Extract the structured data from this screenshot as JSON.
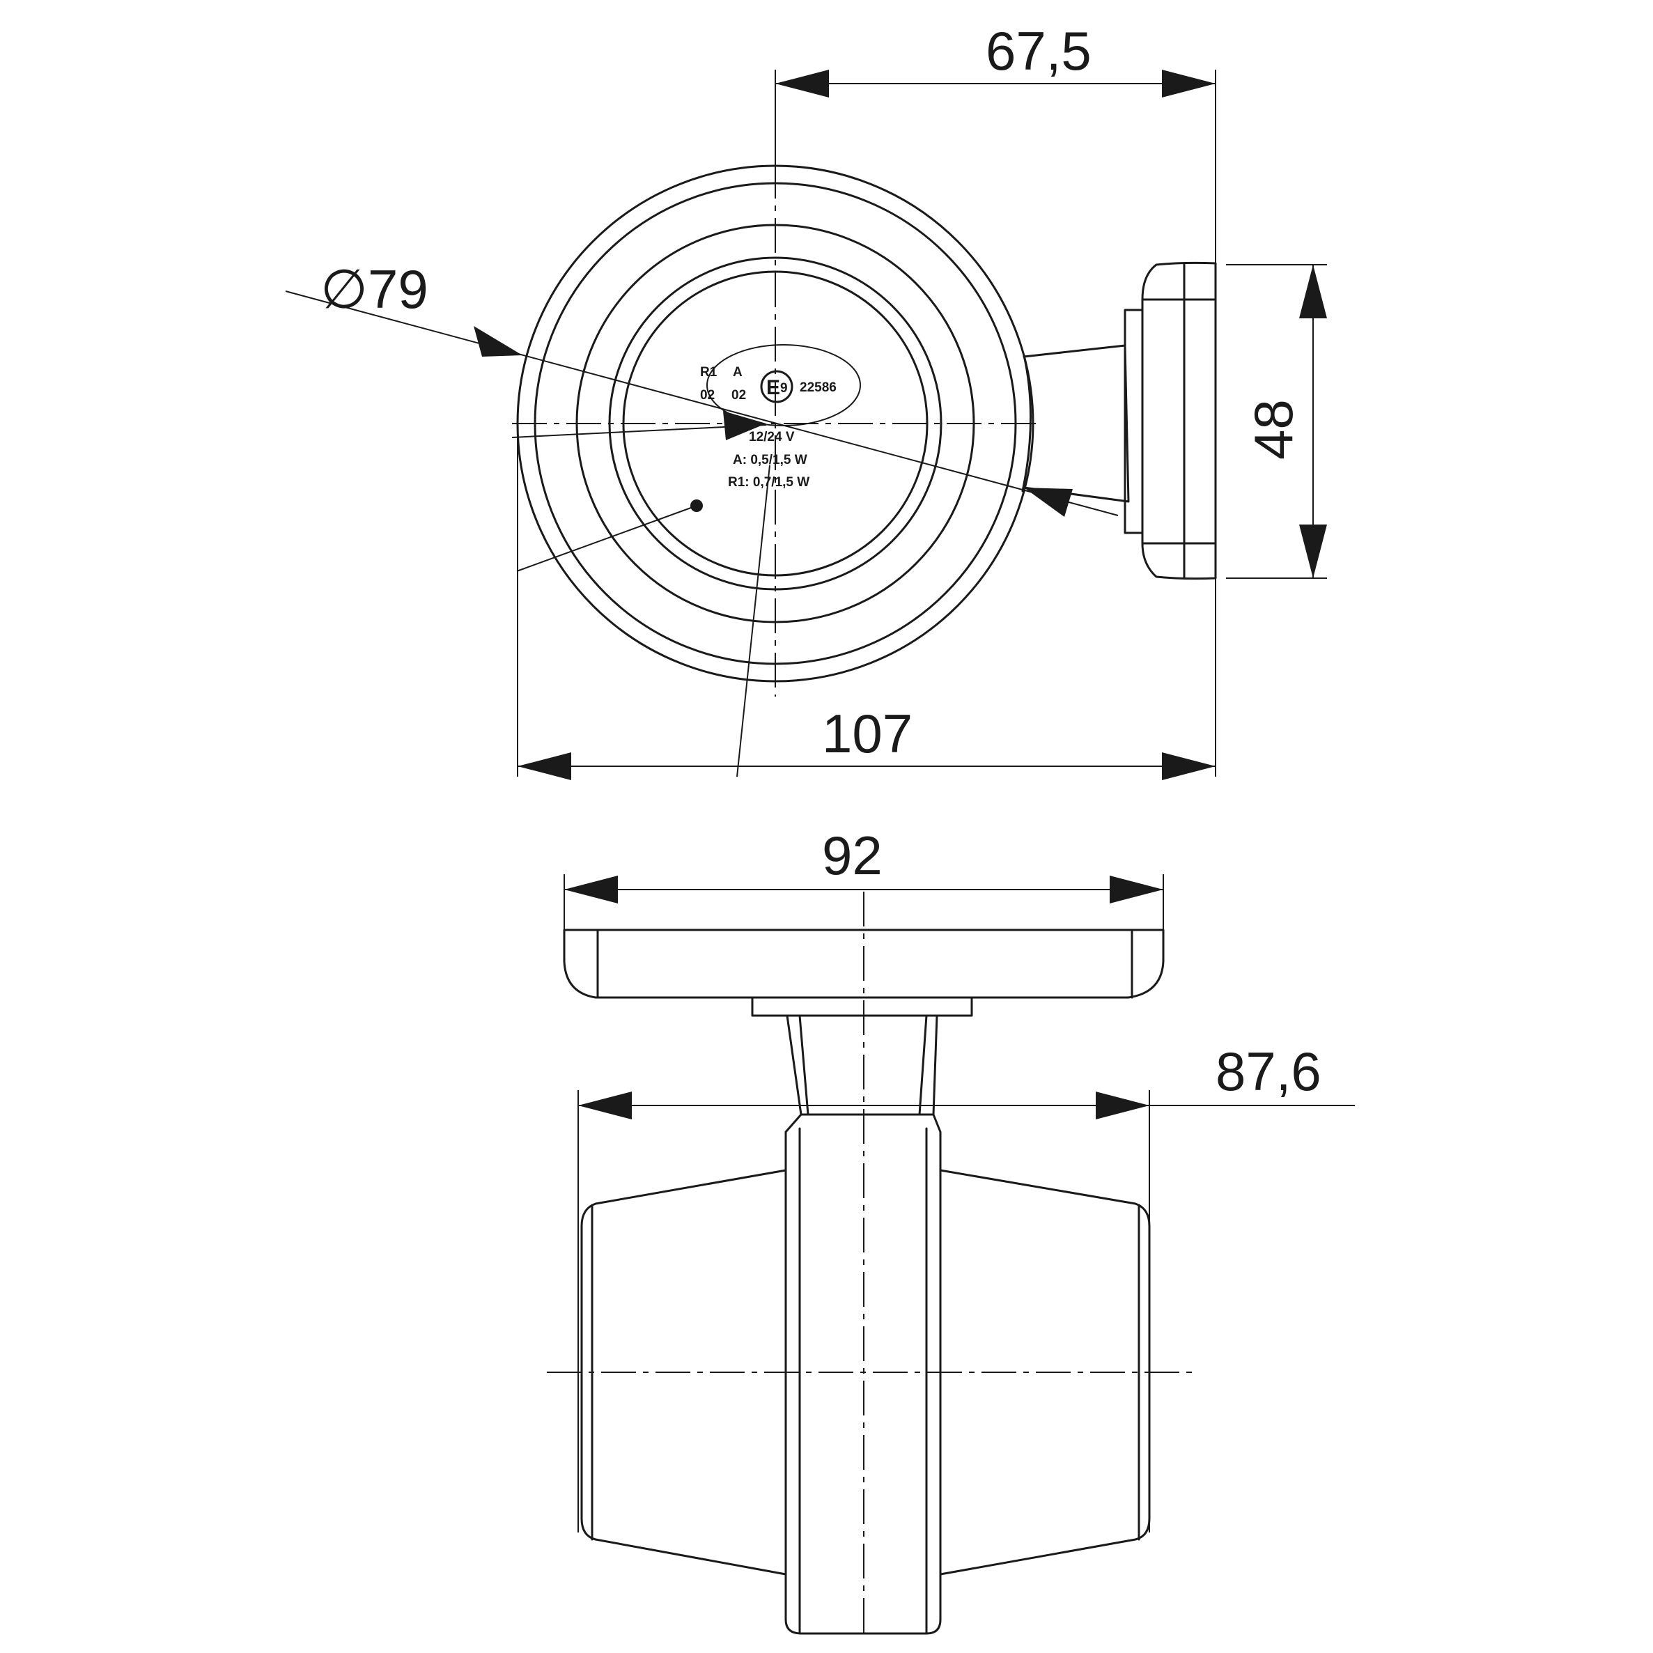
{
  "dimensions": {
    "top_width": "67,5",
    "diameter": "∅79",
    "height": "48",
    "overall_width": "107",
    "base_width": "92",
    "side_width": "87,6"
  },
  "lens_markings": {
    "r1": "R1",
    "a": "A",
    "r1_code": "02",
    "a_code": "02",
    "approval_mark": "E",
    "approval_country": "9",
    "approval_number": "22586",
    "voltage": "12/24 V",
    "a_power": "A: 0,5/1,5 W",
    "r1_power": "R1: 0,7/1,5 W"
  }
}
